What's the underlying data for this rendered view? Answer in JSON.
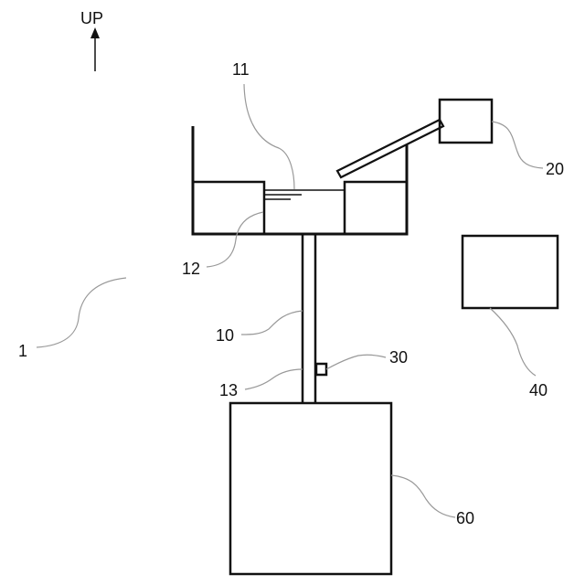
{
  "direction": {
    "label": "UP"
  },
  "labels": {
    "apparatus": "1",
    "conduit": "10",
    "surface": "11",
    "inlet": "12",
    "junction": "13",
    "dispenser": "20",
    "sensor": "30",
    "controller": "40",
    "container": "60"
  },
  "colors": {
    "line": "#111111",
    "leader": "#999999",
    "background": "#ffffff"
  }
}
